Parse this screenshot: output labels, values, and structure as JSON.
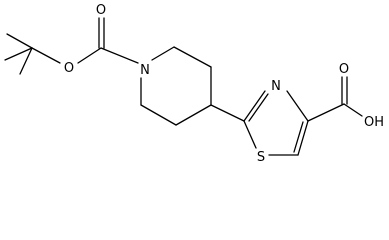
{
  "molecule": {
    "atom_labels": {
      "o_ester": "O",
      "o_carbonyl_boc": "O",
      "n_piperidine": "N",
      "n_thiazole": "N",
      "s_thiazole": "S",
      "o_carbonyl_acid": "O",
      "oh_acid": "OH"
    },
    "colors": {
      "ink": "#000000",
      "background": "#ffffff"
    }
  }
}
